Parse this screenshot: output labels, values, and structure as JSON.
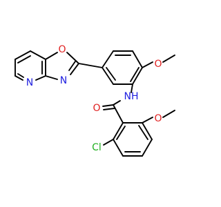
{
  "atoms": {
    "oxazole_o": "O",
    "oxazole_n": "N",
    "pyridine_n": "N",
    "methoxy_o_top": "O",
    "amide_nh": "NH",
    "amide_o": "O",
    "methoxy_o_bottom": "O",
    "chlorine": "Cl"
  },
  "colors": {
    "bond": "#000000",
    "oxygen": "#e02020",
    "nitrogen": "#2020e0",
    "chlorine": "#20b020",
    "background": "#ffffff"
  }
}
